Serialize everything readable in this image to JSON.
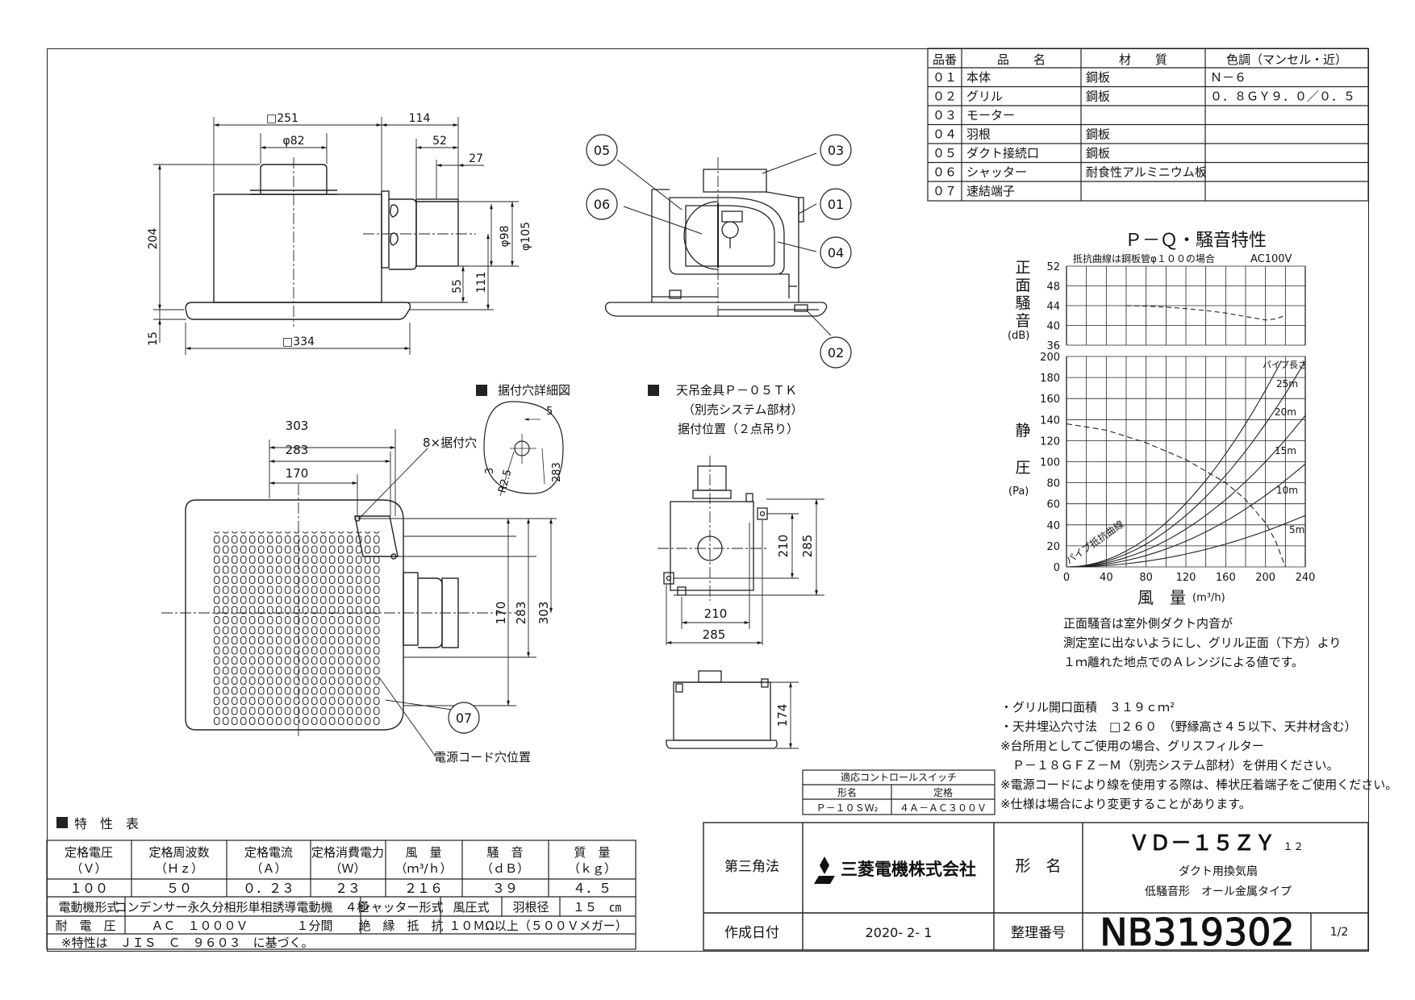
{
  "parts_table": {
    "headers": [
      "品番",
      "品　　名",
      "材　　質",
      "色調（マンセル・近）"
    ],
    "rows": [
      [
        "０１",
        "本体",
        "鋼板",
        "Ｎ－６"
      ],
      [
        "０２",
        "グリル",
        "鋼板",
        "０．８ＧＹ９．０／０．５"
      ],
      [
        "０３",
        "モーター",
        "",
        ""
      ],
      [
        "０４",
        "羽根",
        "鋼板",
        ""
      ],
      [
        "０５",
        "ダクト接続口",
        "鋼板",
        ""
      ],
      [
        "０６",
        "シャッター",
        "耐食性アルミニウム板",
        ""
      ],
      [
        "０７",
        "速結端子",
        "",
        ""
      ]
    ]
  },
  "front_view": {
    "dims": [
      "□251",
      "φ82",
      "114",
      "52",
      "27",
      "204",
      "φ98",
      "φ105",
      "55",
      "111",
      "15",
      "□334"
    ]
  },
  "section_view": {
    "callouts": [
      "05",
      "03",
      "06",
      "01",
      "04",
      "02"
    ]
  },
  "mount_hole_detail": {
    "title": "据付穴詳細図",
    "dims": [
      "5",
      "3",
      "R2.5",
      "283"
    ]
  },
  "bottom_view": {
    "dims": [
      "303",
      "283",
      "170",
      "170",
      "283",
      "303"
    ],
    "hole_label": "8×据付穴",
    "callout": "07",
    "cord_label": "電源コード穴位置"
  },
  "hanger": {
    "title": "天吊金具Ｐ－０５ＴＫ",
    "sub1": "（別売システム部材）",
    "sub2": "据付位置（２点吊り）",
    "dims": [
      "210",
      "285",
      "210",
      "285",
      "174"
    ]
  },
  "chart_data": {
    "type": "line",
    "title": "Ｐ－Ｑ・騒音特性",
    "note": "抵抗曲線は鋼板管φ１００の場合",
    "power": "AC100V",
    "noise_panel": {
      "ylabel": [
        "正",
        "面",
        "騒",
        "音"
      ],
      "yunit": "(dB)",
      "yticks": [
        36,
        40,
        44,
        48,
        52
      ],
      "ylim": [
        36,
        52
      ],
      "series": [
        {
          "x": [
            60,
            80,
            100,
            120,
            140,
            160,
            180,
            200,
            210,
            220
          ],
          "y": [
            44,
            43.9,
            43.7,
            43.4,
            43,
            42.5,
            41.8,
            41.1,
            41.3,
            42
          ]
        }
      ]
    },
    "pq_panel": {
      "ylabel": [
        "静",
        "圧"
      ],
      "yunit": "(Pa)",
      "yticks": [
        0,
        20,
        40,
        60,
        80,
        100,
        120,
        140,
        160,
        180,
        200
      ],
      "ylim": [
        0,
        200
      ],
      "xticks": [
        0,
        40,
        80,
        120,
        160,
        200,
        240
      ],
      "xlim": [
        0,
        240
      ],
      "xlabel": "風　量",
      "xunit": "(m³/h)",
      "pipe_header": "パイプ長さ",
      "fan_curve": {
        "x": [
          0,
          40,
          80,
          120,
          160,
          180,
          200,
          210,
          216,
          220
        ],
        "y": [
          136,
          130,
          118,
          102,
          80,
          64,
          42,
          25,
          10,
          0
        ]
      },
      "resistance_curves": [
        {
          "name": "5m",
          "k": 0.00085
        },
        {
          "name": "10m",
          "k": 0.0017
        },
        {
          "name": "15m",
          "k": 0.0025
        },
        {
          "name": "20m",
          "k": 0.0034
        },
        {
          "name": "25m",
          "k": 0.0042
        }
      ],
      "pipe_label": "パイプ抵抗曲線"
    }
  },
  "noise_note": [
    "正面騒音は室外側ダクト内音が",
    "測定室に出ないようにし、グリル正面（下方）より",
    "１ｍ離れた地点でのＡレンジによる値です。"
  ],
  "notes": [
    "・グリル開口面積　３１９ｃｍ²",
    "・天井埋込穴寸法　□２６０　（野縁高さ４５以下、天井材含む）",
    "※台所用としてご使用の場合、グリスフィルター",
    "　Ｐ－１８ＧＦＺ－Ｍ（別売システム部材）を併用ください。",
    "※電源コードにより線を使用する際は、棒状圧着端子をご使用ください。",
    "※仕様は場合により変更することがあります。"
  ],
  "switch_table": {
    "title": "適応コントロールスイッチ",
    "headers": [
      "形名",
      "定格"
    ],
    "row": [
      "Ｐ－１０ＳＷ₂",
      "４Ａ－ＡＣ３００Ｖ"
    ]
  },
  "spec_table": {
    "title": "特　性　表",
    "headers1": [
      "定格電圧",
      "定格周波数",
      "定格電流",
      "定格消費電力",
      "風　量",
      "騒　音",
      "質　量"
    ],
    "headers2": [
      "（Ｖ）",
      "（Ｈｚ）",
      "（Ａ）",
      "（Ｗ）",
      "（ｍ³/ｈ）",
      "（ｄＢ）",
      "（ｋｇ）"
    ],
    "values": [
      "１００",
      "５０",
      "０．２３",
      "２３",
      "２１６",
      "３９",
      "４．５"
    ],
    "motor_label": "電動機形式",
    "motor_value": "コンデンサー永久分相形単相誘導電動機　４極",
    "shutter_label": "シャッター形式",
    "shutter_value": "風圧式",
    "blade_label": "羽根径",
    "blade_value": "１５　㎝",
    "voltage_label": "耐　電　圧",
    "voltage_value": "ＡＣ　１０００Ｖ　　　　１分間",
    "insulation_label": "絶　縁　抵　抗",
    "insulation_value": "１０ＭΩ以上（５００Ｖメガー）",
    "footnote": "※特性は　ＪＩＳ　Ｃ　９６０３　に基づく。"
  },
  "title_block": {
    "projection": "第三角法",
    "company": "三菱電機株式会社",
    "model_label": "形　名",
    "model": "ＶＤ－１５ＺＹ",
    "model_suffix": "１２",
    "desc1": "ダクト用換気扇",
    "desc2": "低騒音形　オール金属タイプ",
    "date_label": "作成日付",
    "date": "2020- 2- 1",
    "number_label": "整理番号",
    "number": "NB319302",
    "page": "1/2"
  }
}
